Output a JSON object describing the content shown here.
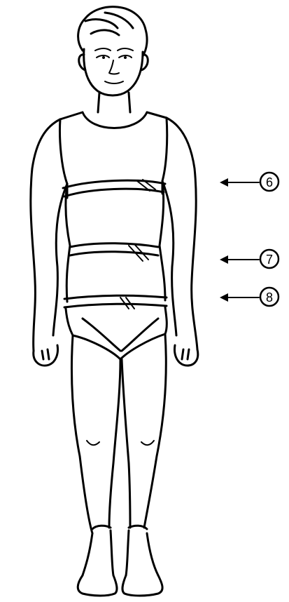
{
  "callouts": [
    {
      "number": "6"
    },
    {
      "number": "7"
    },
    {
      "number": "8"
    }
  ]
}
